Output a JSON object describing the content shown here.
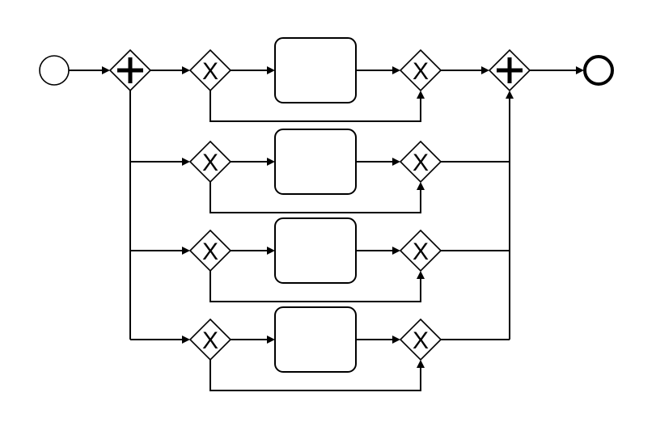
{
  "diagram": {
    "notation": "BPMN",
    "colors": {
      "stroke": "#000000",
      "background": "#ffffff"
    },
    "icons": {
      "start": "start-event-circle",
      "end": "end-event-circle-thick",
      "parallel": "plus-icon",
      "exclusive": "x-icon"
    },
    "markers": {
      "parallel": "+",
      "exclusive": "X"
    },
    "branch_count": 4,
    "branches": [
      {
        "task_label": ""
      },
      {
        "task_label": ""
      },
      {
        "task_label": ""
      },
      {
        "task_label": ""
      }
    ]
  }
}
